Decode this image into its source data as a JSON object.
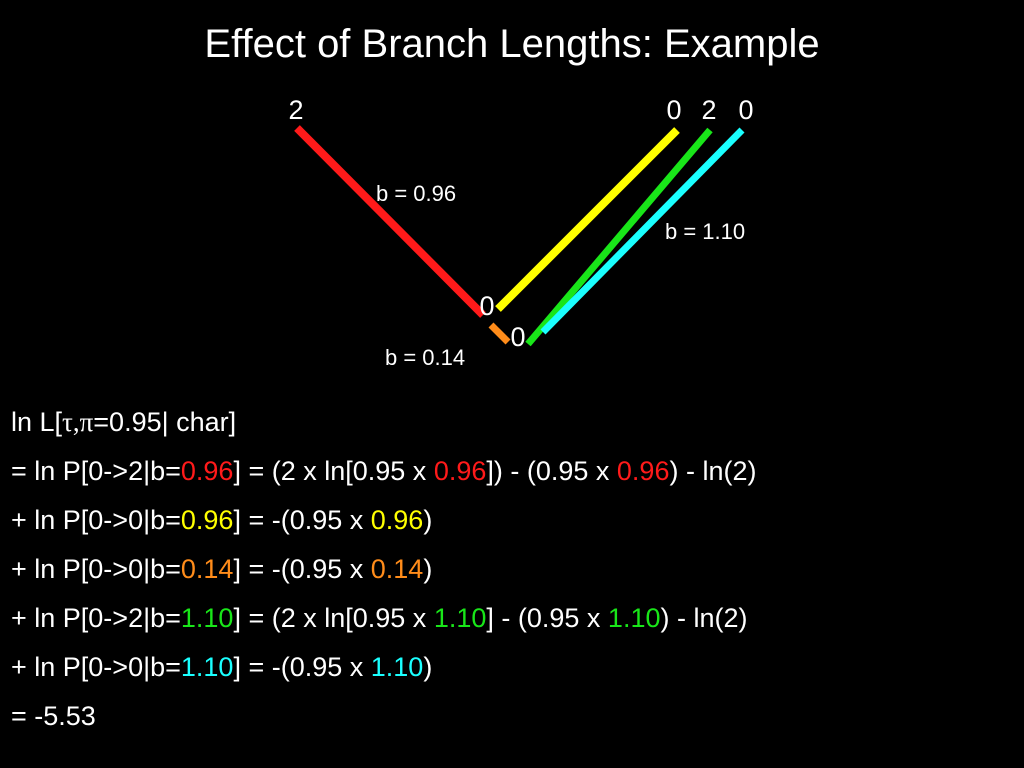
{
  "title": "Effect of Branch Lengths: Example",
  "colors": {
    "background": "#000000",
    "text": "#ffffff",
    "red": "#ff1a1a",
    "yellow": "#ffff00",
    "green": "#19e619",
    "cyan": "#1affff",
    "orange": "#ff8c1a"
  },
  "tree": {
    "tips": [
      {
        "state": "2",
        "color": "red"
      },
      {
        "state": "0",
        "color": "yellow"
      },
      {
        "state": "2",
        "color": "green"
      },
      {
        "state": "0",
        "color": "cyan"
      }
    ],
    "internal_nodes": [
      {
        "state": "0"
      },
      {
        "state": "0"
      }
    ],
    "branch_labels": [
      "b = 0.96",
      "b = 1.10",
      "b = 0.14"
    ]
  },
  "equations": [
    [
      {
        "text": "ln L["
      },
      {
        "text": "τ,π",
        "greek": true
      },
      {
        "text": "=0.95| char]"
      }
    ],
    [
      {
        "text": "= ln P[0->2|b="
      },
      {
        "text": "0.96",
        "color": "red"
      },
      {
        "text": "] = (2 x ln[0.95 x "
      },
      {
        "text": "0.96",
        "color": "red"
      },
      {
        "text": "]) - (0.95 x "
      },
      {
        "text": "0.96",
        "color": "red"
      },
      {
        "text": ") - ln(2)"
      }
    ],
    [
      {
        "text": "+ ln P[0->0|b="
      },
      {
        "text": "0.96",
        "color": "yellow"
      },
      {
        "text": "] = -(0.95 x "
      },
      {
        "text": "0.96",
        "color": "yellow"
      },
      {
        "text": ")"
      }
    ],
    [
      {
        "text": "+ ln P[0->0|b="
      },
      {
        "text": "0.14",
        "color": "orange"
      },
      {
        "text": "] = -(0.95 x "
      },
      {
        "text": "0.14",
        "color": "orange"
      },
      {
        "text": ")"
      }
    ],
    [
      {
        "text": "+ ln P[0->2|b="
      },
      {
        "text": "1.10",
        "color": "green"
      },
      {
        "text": "] = (2 x ln[0.95 x "
      },
      {
        "text": "1.10",
        "color": "green"
      },
      {
        "text": "] - (0.95 x "
      },
      {
        "text": "1.10",
        "color": "green"
      },
      {
        "text": ") - ln(2)"
      }
    ],
    [
      {
        "text": "+ ln P[0->0|b="
      },
      {
        "text": "1.10",
        "color": "cyan"
      },
      {
        "text": "] = -(0.95 x "
      },
      {
        "text": "1.10",
        "color": "cyan"
      },
      {
        "text": ")"
      }
    ],
    [
      {
        "text": "= -5.53"
      }
    ]
  ]
}
